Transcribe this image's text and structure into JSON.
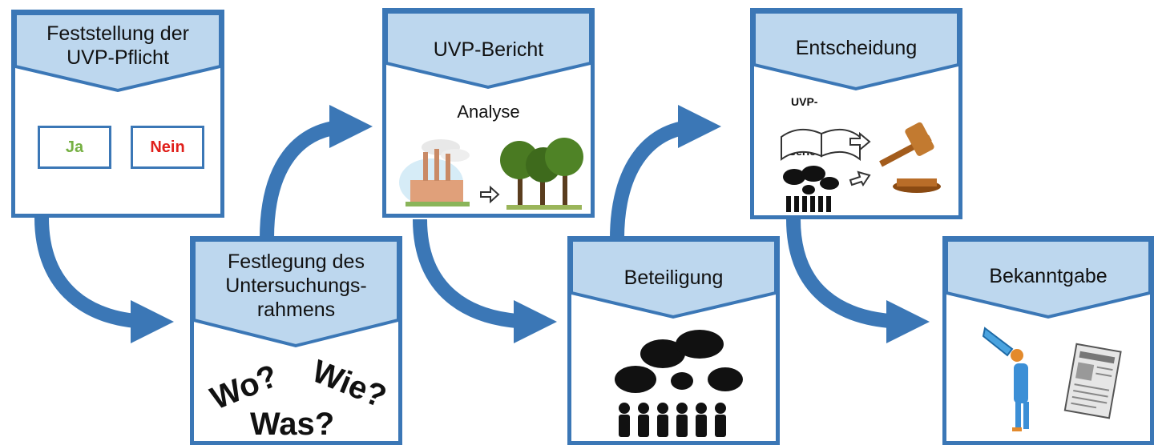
{
  "steps": [
    {
      "title": "Feststellung der UVP-Pflicht",
      "options": {
        "yes": "Ja",
        "no": "Nein"
      }
    },
    {
      "title": "Festlegung des Untersuchungs-rahmens",
      "questions": [
        "Wo?",
        "Wie?",
        "Was?"
      ]
    },
    {
      "title": "UVP-Bericht",
      "subtitle": "Analyse"
    },
    {
      "title": "Beteiligung"
    },
    {
      "title": "Entscheidung",
      "labels": [
        "UVP-",
        "Bericht"
      ]
    },
    {
      "title": "Bekanntgabe"
    }
  ],
  "colors": {
    "border": "#3b77b6",
    "header": "#bdd7ee",
    "arrow": "#3b77b6",
    "yes": "#76b043",
    "no": "#e0201b"
  },
  "icons": [
    "factory-icon",
    "trees-icon",
    "book-icon",
    "gavel-icon",
    "crowd-speech-icon",
    "megaphone-person-icon",
    "newspaper-icon"
  ]
}
